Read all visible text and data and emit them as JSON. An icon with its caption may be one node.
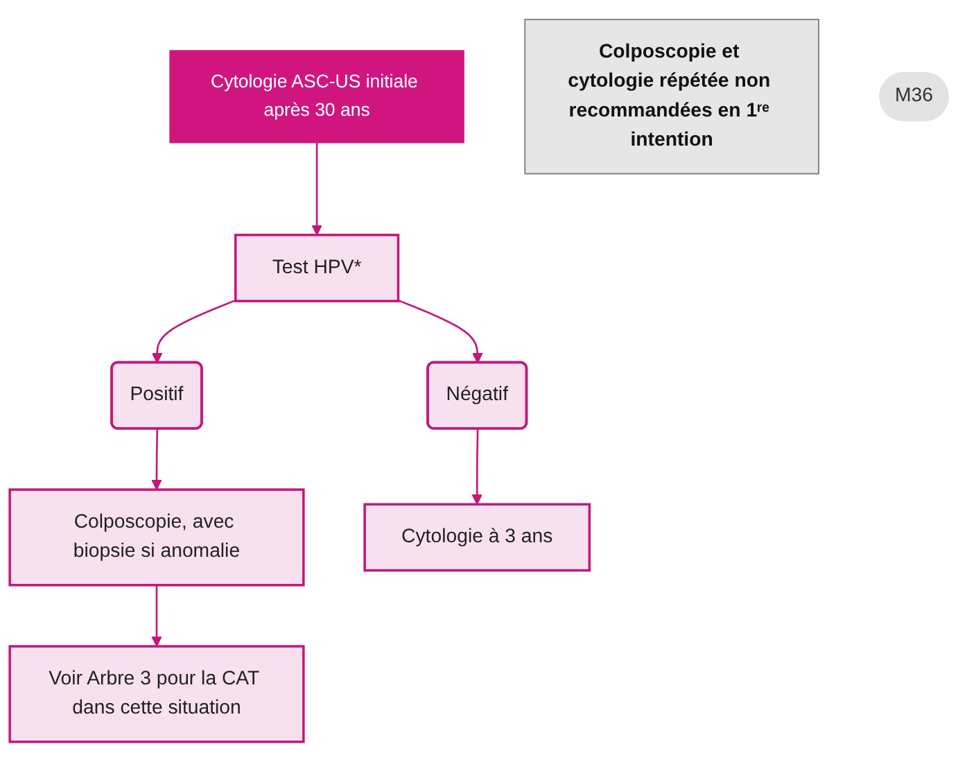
{
  "diagram": {
    "nodes": [
      {
        "text": [
          "Cytologie ASC-US initiale après 30 ans"
        ]
      },
      {
        "text": [
          "Test HPV*"
        ]
      },
      {
        "text": [
          "Négatif"
        ]
      },
      {
        "text": [
          "Positif"
        ]
      },
      {
        "text": [
          "Colposcopie, avec biopsie si anomalie"
        ]
      },
      {
        "text": [
          "Voir Arbre 3 pour la CAT dans cette situation"
        ]
      },
      {
        "text": [
          "Cytologie à 3 ans"
        ]
      },
      {
        "text": [
          "Colposcopie et cytologie répétée non recommandées en 1ʳᵉ intention"
        ]
      },
      {
        "text": [
          "M36"
        ]
      }
    ],
    "edges": [
      {
        "from": 0,
        "to": 1,
        "arrow": "to"
      },
      {
        "from": 1,
        "to": 2,
        "arrow": "to"
      },
      {
        "from": 1,
        "to": 3,
        "arrow": "to"
      },
      {
        "from": 3,
        "to": 4,
        "arrow": "to"
      },
      {
        "from": 4,
        "to": 5,
        "arrow": "to"
      },
      {
        "from": 2,
        "to": 6,
        "arrow": "to"
      }
    ]
  }
}
